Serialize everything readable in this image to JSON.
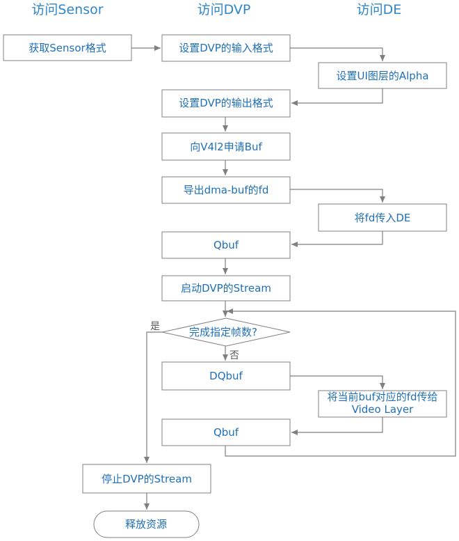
{
  "columns": {
    "sensor": "访问Sensor",
    "dvp": "访问DVP",
    "de": "访问DE"
  },
  "nodes": {
    "get_sensor_format": "获取Sensor格式",
    "set_dvp_input": "设置DVP的输入格式",
    "set_ui_alpha": "设置UI图层的Alpha",
    "set_dvp_output": "设置DVP的输出格式",
    "request_buf": "向V4l2申请Buf",
    "export_dmabuf": "导出dma-buf的fd",
    "pass_fd_de": "将fd传入DE",
    "qbuf1": "Qbuf",
    "start_stream": "启动DVP的Stream",
    "decision": "完成指定帧数?",
    "dqbuf": "DQbuf",
    "pass_fd_video_line1": "将当前buf对应的fd传给",
    "pass_fd_video_line2": "Video Layer",
    "qbuf2": "Qbuf",
    "stop_stream": "停止DVP的Stream",
    "release": "释放资源"
  },
  "edge_labels": {
    "yes": "是",
    "no": "否"
  }
}
